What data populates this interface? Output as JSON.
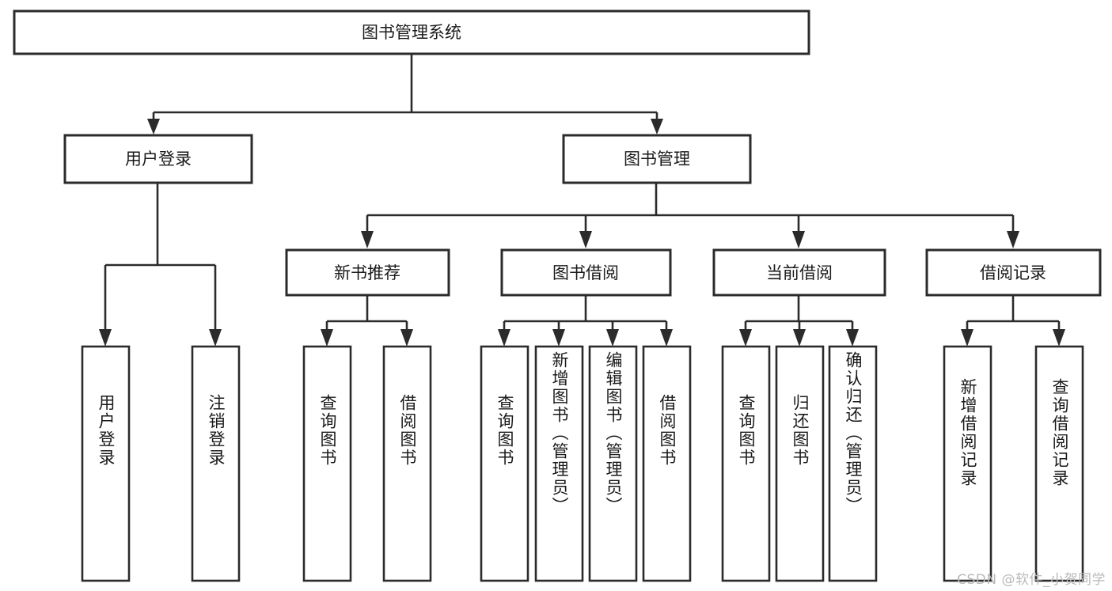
{
  "diagram": {
    "type": "tree",
    "title": "图书管理系统",
    "watermark": "CSDN @软件_小贺同学",
    "colors": {
      "stroke": "#2b2b2b",
      "fill": "#ffffff",
      "text": "#1a1a1a",
      "watermark": "#b9b9b9"
    },
    "root": {
      "label": "图书管理系统"
    },
    "level2": [
      {
        "label": "用户登录"
      },
      {
        "label": "图书管理"
      }
    ],
    "level3": [
      {
        "label": "新书推荐"
      },
      {
        "label": "图书借阅"
      },
      {
        "label": "当前借阅"
      },
      {
        "label": "借阅记录"
      }
    ],
    "leaves": {
      "user_login": [
        {
          "label": "用户登录"
        },
        {
          "label": "注销登录"
        }
      ],
      "new_book": [
        {
          "label": "查询图书"
        },
        {
          "label": "借阅图书"
        }
      ],
      "borrow_book": [
        {
          "label": "查询图书"
        },
        {
          "label": "新增图书（管理员）"
        },
        {
          "label": "编辑图书（管理员）"
        },
        {
          "label": "借阅图书"
        }
      ],
      "current_borrow": [
        {
          "label": "查询图书"
        },
        {
          "label": "归还图书"
        },
        {
          "label": "确认归还（管理员）"
        }
      ],
      "borrow_record": [
        {
          "label": "新增借阅记录"
        },
        {
          "label": "查询借阅记录"
        }
      ]
    }
  }
}
